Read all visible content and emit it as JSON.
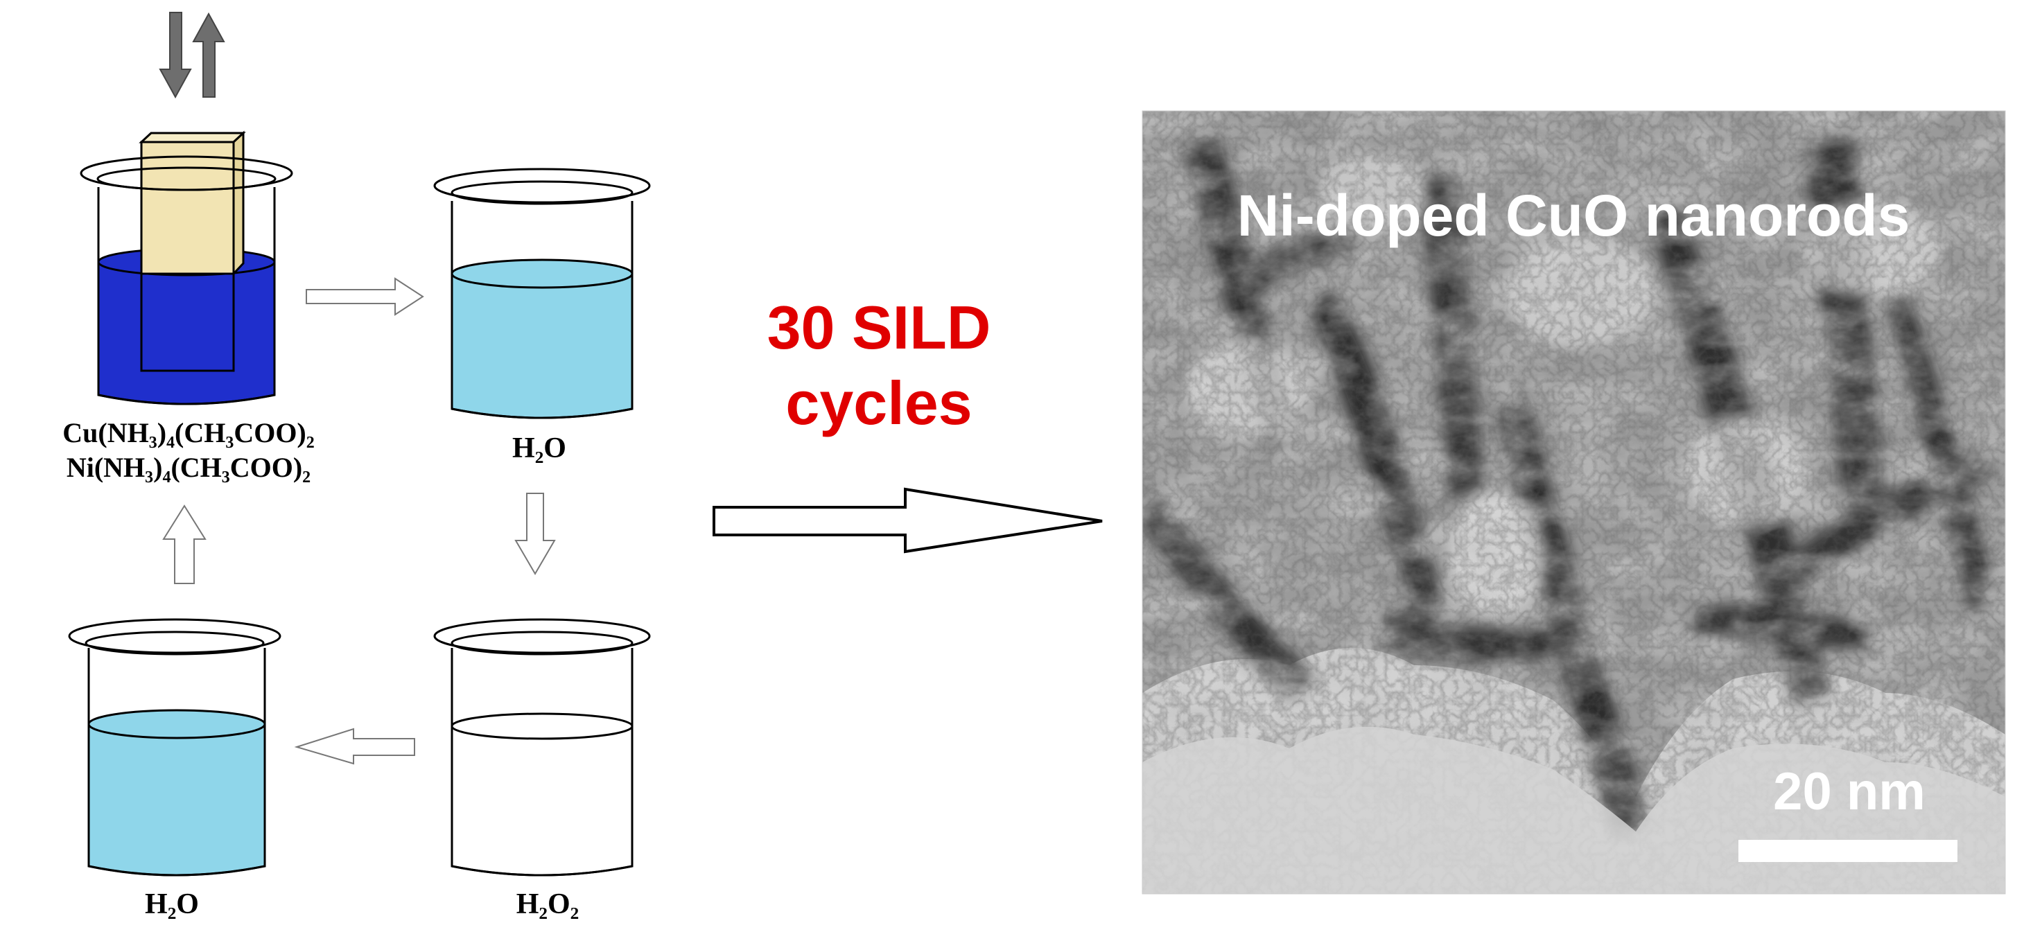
{
  "colors": {
    "dark_solution": "#1f2fcc",
    "light_solution": "#8fd6ea",
    "substrate": "#f2e4b3",
    "red_text": "#e00000",
    "arrow_gray": "#6e6e6e"
  },
  "beakers": {
    "precursor": {
      "line1": "Cu(NH₃)₄(CH₃COO)₂",
      "line2": "Ni(NH₃)₄(CH₃COO)₂",
      "icon": "beaker-with-substrate"
    },
    "rinse_1": {
      "label": "H₂O"
    },
    "oxidant": {
      "label": "H₂O₂"
    },
    "rinse_2": {
      "label": "H₂O"
    }
  },
  "process": {
    "cycles_line1": "30 SILD",
    "cycles_line2": "cycles",
    "dip_icons": [
      "arrow-down-icon",
      "arrow-up-icon"
    ]
  },
  "tem": {
    "title": "Ni-doped CuO nanorods",
    "scale_bar": "20 nm"
  }
}
